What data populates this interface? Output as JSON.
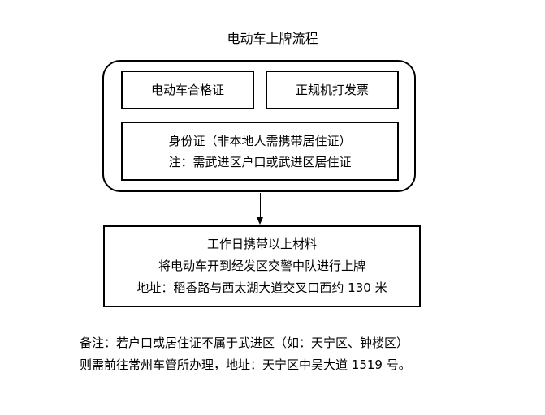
{
  "title": "电动车上牌流程",
  "top_group": {
    "box_certificate": "电动车合格证",
    "box_invoice": "正规机打发票",
    "box_id": {
      "line1": "身份证（非本地人需携带居住证）",
      "line2": "注：需武进区户口或武进区居住证"
    }
  },
  "process_box": {
    "line1": "工作日携带以上材料",
    "line2": "将电动车开到经发区交警中队进行上牌",
    "line3": "地址：稻香路与西太湖大道交叉口西约 130 米"
  },
  "note": {
    "line1": "备注：若户口或居住证不属于武进区（如：天宁区、钟楼区）",
    "line2": "则需前往常州车管所办理，地址：天宁区中吴大道 1519 号。"
  }
}
